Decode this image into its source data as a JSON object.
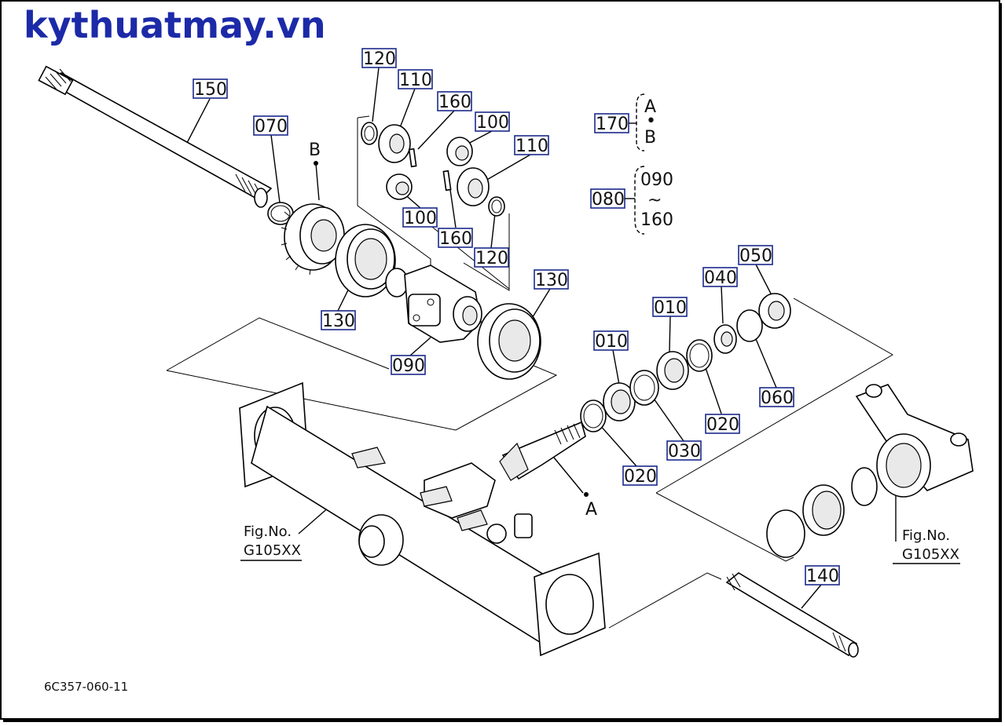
{
  "site": {
    "brand": "kythuatmay.vn",
    "brand_color": "#1c2aa8"
  },
  "diagram": {
    "code": "6C357-060-11",
    "fig_ref_left": {
      "line1": "Fig.No.",
      "line2": "G105XX"
    },
    "fig_ref_right": {
      "line1": "Fig.No.",
      "line2": "G105XX"
    },
    "point_a": "A",
    "point_b": "B",
    "legend_170": {
      "part": "170",
      "top": "A",
      "dot": "•",
      "bottom": "B"
    },
    "legend_080": {
      "part": "080",
      "top": "090",
      "tilde": "~",
      "bottom": "160"
    },
    "labels": {
      "p120a": "120",
      "p110a": "110",
      "p160a": "160",
      "p100a": "100",
      "p110b": "110",
      "p100b": "100",
      "p160b": "160",
      "p120b": "120",
      "p150": "150",
      "p070": "070",
      "p130a": "130",
      "p130b": "130",
      "p090": "090",
      "p050": "050",
      "p040": "040",
      "p010a": "010",
      "p010b": "010",
      "p060": "060",
      "p020a": "020",
      "p030": "030",
      "p020b": "020",
      "p140": "140"
    }
  }
}
